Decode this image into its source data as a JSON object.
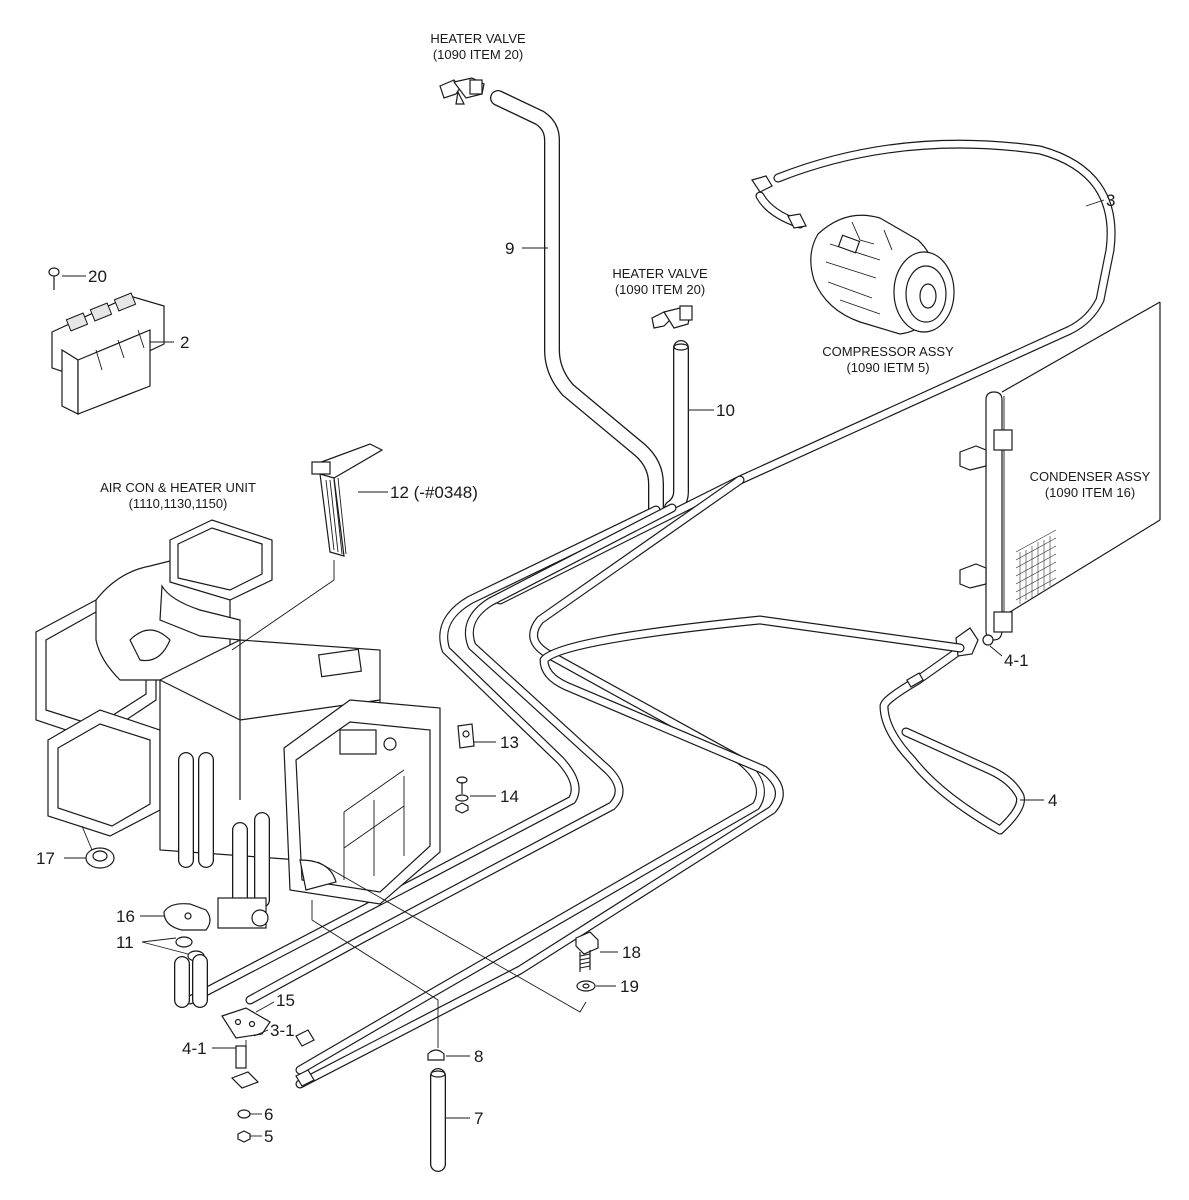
{
  "labels": {
    "heater_valve_top": {
      "line1": "HEATER VALVE",
      "line2": "(1090 ITEM 20)"
    },
    "heater_valve_mid": {
      "line1": "HEATER VALVE",
      "line2": "(1090 ITEM 20)"
    },
    "compressor": {
      "line1": "COMPRESSOR ASSY",
      "line2": "(1090 IETM 5)"
    },
    "condenser": {
      "line1": "CONDENSER ASSY",
      "line2": "(1090 ITEM 16)"
    },
    "unit": {
      "line1": "AIR CON & HEATER UNIT",
      "line2": "(1110,1130,1150)"
    }
  },
  "callouts": {
    "p20": "20",
    "p2": "2",
    "p3": "3",
    "p9": "9",
    "p10": "10",
    "p12": "12 (-#0348)",
    "p4_1_right": "4-1",
    "p13": "13",
    "p14": "14",
    "p4": "4",
    "p17": "17",
    "p16": "16",
    "p11": "11",
    "p18": "18",
    "p19": "19",
    "p15": "15",
    "p3_1": "3-1",
    "p4_1_left": "4-1",
    "p8": "8",
    "p6": "6",
    "p5": "5",
    "p7": "7"
  }
}
